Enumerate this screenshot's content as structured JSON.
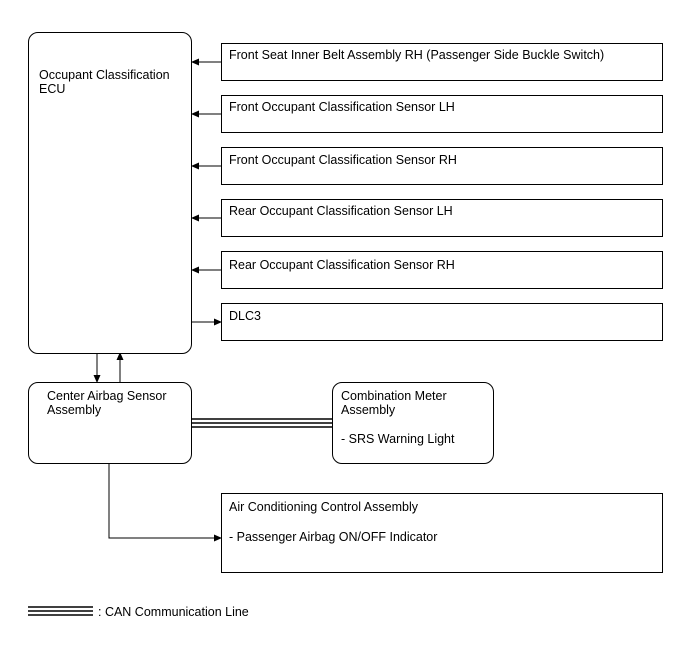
{
  "ecu": {
    "label": "Occupant Classification\nECU"
  },
  "inputs": [
    "Front Seat Inner Belt Assembly RH (Passenger Side Buckle Switch)",
    "Front Occupant Classification Sensor LH",
    "Front Occupant Classification Sensor RH",
    "Rear Occupant Classification Sensor LH",
    "Rear Occupant Classification Sensor RH",
    "DLC3"
  ],
  "center_airbag": {
    "label": "Center Airbag Sensor\nAssembly"
  },
  "combination_meter": {
    "label": "Combination Meter\nAssembly",
    "item": "- SRS Warning Light"
  },
  "air_conditioning": {
    "label": "Air Conditioning Control Assembly",
    "item": "- Passenger Airbag ON/OFF Indicator"
  },
  "legend": {
    "text": ": CAN Communication Line"
  }
}
